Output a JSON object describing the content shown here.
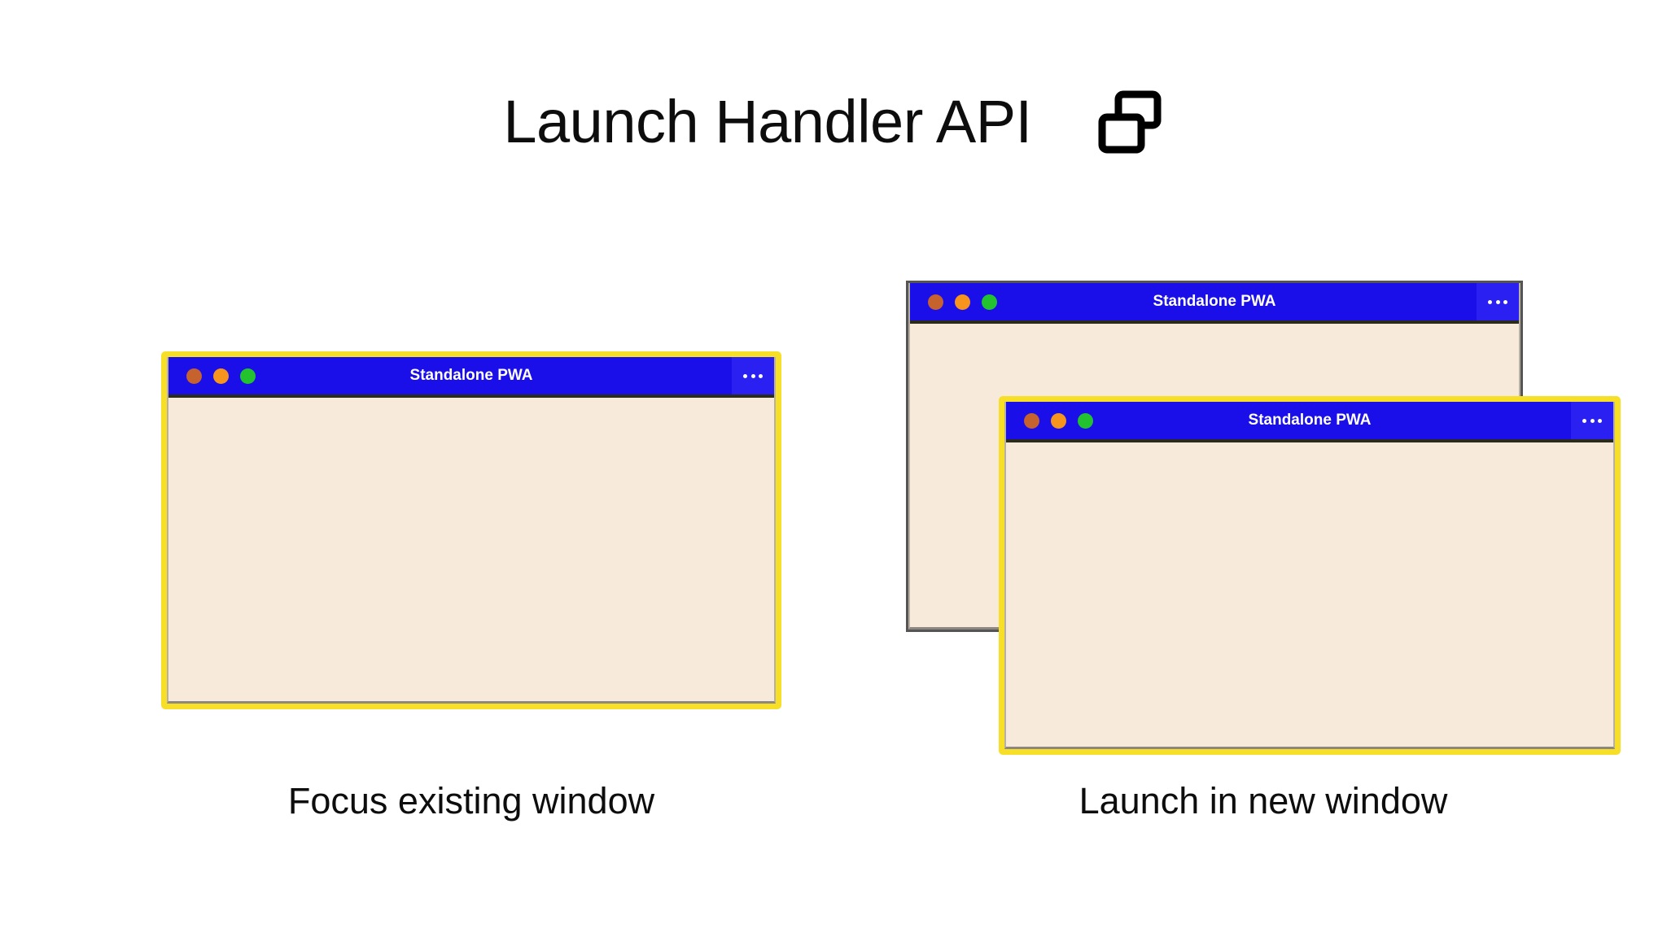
{
  "header": {
    "title": "Launch Handler API",
    "icon": "two-overlapping-windows-icon"
  },
  "colors": {
    "background": "#ffffff",
    "titlebar_blue": "#1A0FE8",
    "menu_button_blue": "#2B20F2",
    "window_body_cream": "#F8EADA",
    "highlight_border_yellow": "#F7DF27",
    "plain_border_gray": "#555555",
    "dot_close": "#C6622E",
    "dot_minimize": "#F7941D",
    "dot_maximize": "#22C32F",
    "text_dark": "#0d0d0d",
    "titlebar_text": "#ffffff"
  },
  "scenarios": [
    {
      "id": "focus-existing-window",
      "caption": "Focus existing window",
      "windows": [
        {
          "id": "left-window",
          "title": "Standalone PWA",
          "menu_label": "•••",
          "menu_icon": "overflow-menu-icon",
          "highlighted": true
        }
      ]
    },
    {
      "id": "launch-in-new-window",
      "caption": "Launch in new window",
      "windows": [
        {
          "id": "right-back-window",
          "title": "Standalone PWA",
          "menu_label": "•••",
          "menu_icon": "overflow-menu-icon",
          "highlighted": false
        },
        {
          "id": "right-front-window",
          "title": "Standalone PWA",
          "menu_label": "•••",
          "menu_icon": "overflow-menu-icon",
          "highlighted": true
        }
      ]
    }
  ],
  "window_controls": {
    "close": "close-window-dot",
    "minimize": "minimize-window-dot",
    "maximize": "maximize-window-dot"
  }
}
